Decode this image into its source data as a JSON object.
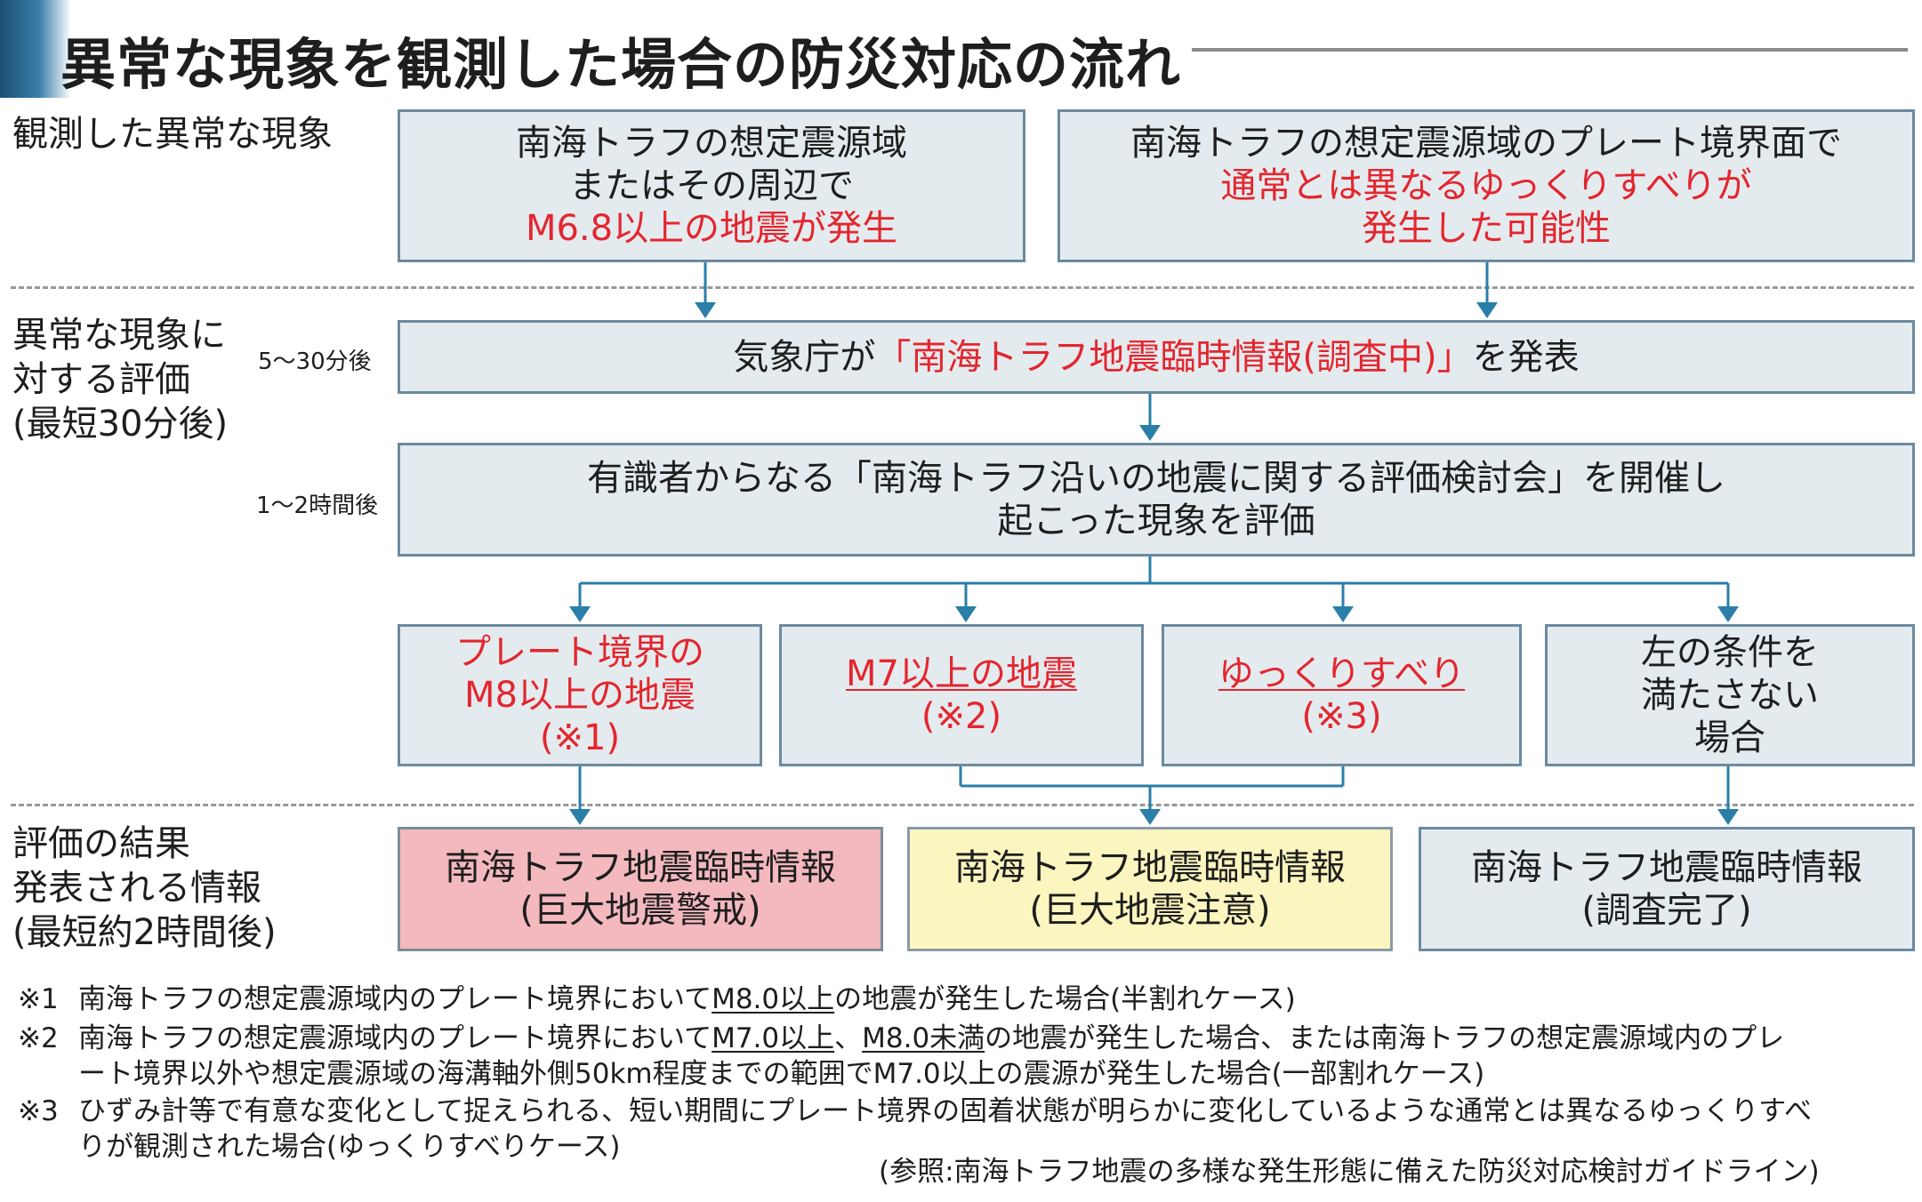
{
  "title": "異常な現象を観測した場合の防災対応の流れ",
  "sections": {
    "observed": "観測した異常な現象",
    "evaluation": [
      "異常な現象に",
      "対する評価",
      "(最短30分後)"
    ],
    "result": [
      "評価の結果",
      "発表される情報",
      "(最短約2時間後)"
    ]
  },
  "times": {
    "t1": "5～30分後",
    "t2": "1～2時間後"
  },
  "obs_left": {
    "line1": "南海トラフの想定震源域",
    "line2": "またはその周辺で",
    "line3": "M6.8以上の地震が発生"
  },
  "obs_right": {
    "line1": "南海トラフの想定震源域のプレート境界面で",
    "line2": "通常とは異なるゆっくりすべりが",
    "line3": "発生した可能性"
  },
  "announce": {
    "pre": "気象庁が",
    "emph": "「南海トラフ地震臨時情報(調査中)」",
    "post": "を発表"
  },
  "council": {
    "line1": "有識者からなる「南海トラフ沿いの地震に関する評価検討会」を開催し",
    "line2": "起こった現象を評価"
  },
  "cases": {
    "c1": [
      "プレート境界の",
      "M8以上の地震",
      "(※1)"
    ],
    "c2": [
      "M7以上の地震",
      "(※2)"
    ],
    "c3": [
      "ゆっくりすべり",
      "(※3)"
    ],
    "c4": [
      "左の条件を",
      "満たさない",
      "場合"
    ]
  },
  "results": {
    "r1": [
      "南海トラフ地震臨時情報",
      "(巨大地震警戒)"
    ],
    "r2": [
      "南海トラフ地震臨時情報",
      "(巨大地震注意)"
    ],
    "r3": [
      "南海トラフ地震臨時情報",
      "(調査完了)"
    ]
  },
  "notes": {
    "n1": {
      "num": "※1",
      "a": "南海トラフの想定震源域内のプレート境界において",
      "u": "M8.0以上",
      "b": "の地震が発生した場合(半割れケース)"
    },
    "n2": {
      "num": "※2",
      "a": "南海トラフの想定震源域内のプレート境界において",
      "u1": "M7.0以上",
      "sep": "、",
      "u2": "M8.0未満",
      "b": "の地震が発生した場合、または南海トラフの想定震源域内のプレ",
      "c": "ート境界以外や想定震源域の海溝軸外側50km程度までの範囲でM7.0以上の震源が発生した場合(一部割れケース)"
    },
    "n3": {
      "num": "※3",
      "a": "ひずみ計等で有意な変化として捉えられる、短い期間にプレート境界の固着状態が明らかに変化しているような通常とは異なるゆっくりすべ",
      "b": "りが観測された場合(ゆっくりすべりケース)"
    }
  },
  "reference": "(参照:南海トラフ地震の多様な発生形態に備えた防災対応検討ガイドライン)",
  "colors": {
    "box_fill": "#e4ebef",
    "box_border": "#6b8aa0",
    "arrow": "#2a7fa8",
    "emphasis_red": "#e3262e",
    "alert_pink": "#f3b9be",
    "advisory_yellow": "#fbf6bf",
    "title_band": "#2f6d96"
  }
}
